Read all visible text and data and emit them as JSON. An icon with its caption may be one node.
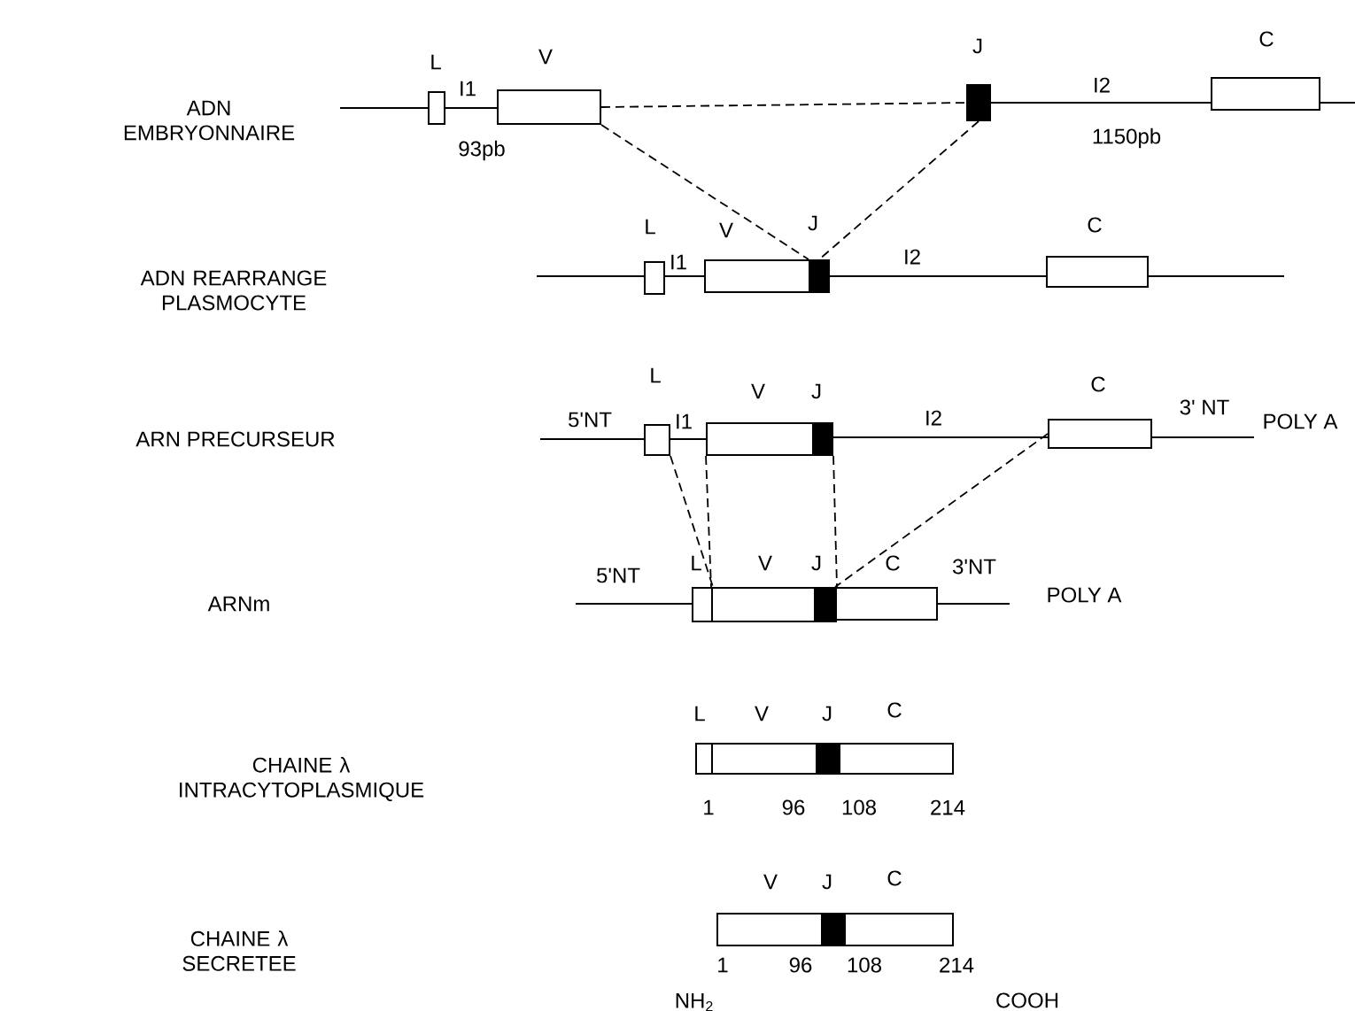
{
  "diagram": {
    "nodes": [
      {
        "text": [
          "L"
        ]
      },
      {
        "text": [
          "V"
        ]
      },
      {
        "text": [
          "J"
        ]
      },
      {
        "text": [
          "C"
        ]
      },
      {
        "text": [
          "L"
        ]
      },
      {
        "text": [
          "V"
        ]
      },
      {
        "text": [
          "J"
        ]
      },
      {
        "text": [
          "C"
        ]
      },
      {
        "text": [
          "L"
        ]
      },
      {
        "text": [
          "V"
        ]
      },
      {
        "text": [
          "J"
        ]
      },
      {
        "text": [
          "C"
        ]
      },
      {
        "text": [
          "L"
        ]
      },
      {
        "text": [
          "V"
        ]
      },
      {
        "text": [
          "J"
        ]
      },
      {
        "text": [
          "C"
        ]
      },
      {
        "text": [
          "L"
        ]
      },
      {
        "text": [
          "V"
        ]
      },
      {
        "text": [
          "J"
        ]
      },
      {
        "text": [
          "C"
        ]
      },
      {
        "text": [
          "V"
        ]
      },
      {
        "text": [
          "J"
        ]
      },
      {
        "text": [
          "C"
        ]
      }
    ],
    "edges": [
      {
        "from": 1,
        "to": 2,
        "arrow": "none",
        "style": "dashed"
      },
      {
        "from": 1,
        "to": 6,
        "arrow": "none",
        "style": "dashed"
      },
      {
        "from": 2,
        "to": 6,
        "arrow": "none",
        "style": "dashed"
      },
      {
        "from": 8,
        "to": 12,
        "arrow": "none",
        "style": "dashed"
      },
      {
        "from": 9,
        "to": 13,
        "arrow": "none",
        "style": "dashed"
      },
      {
        "from": 10,
        "to": 14,
        "arrow": "none",
        "style": "dashed"
      },
      {
        "from": 11,
        "to": 15,
        "arrow": "none",
        "style": "dashed"
      }
    ],
    "labels": [
      "ADN EMBRYONNAIRE",
      "I1",
      "93pb",
      "I2",
      "1150pb",
      "ADN REARRANGE PLASMOCYTE",
      "I1",
      "I2",
      "ARN PRECURSEUR",
      "5'NT",
      "I1",
      "I2",
      "3' NT",
      "POLY A",
      "ARNm",
      "5'NT",
      "3'NT",
      "POLY A",
      "CHAINE λ INTRACYTOPLASMIQUE",
      "1",
      "96",
      "108",
      "214",
      "CHAINE λ SECRETEE",
      "1",
      "96",
      "108",
      "214",
      "NH$_{2}$",
      "COOH"
    ]
  }
}
